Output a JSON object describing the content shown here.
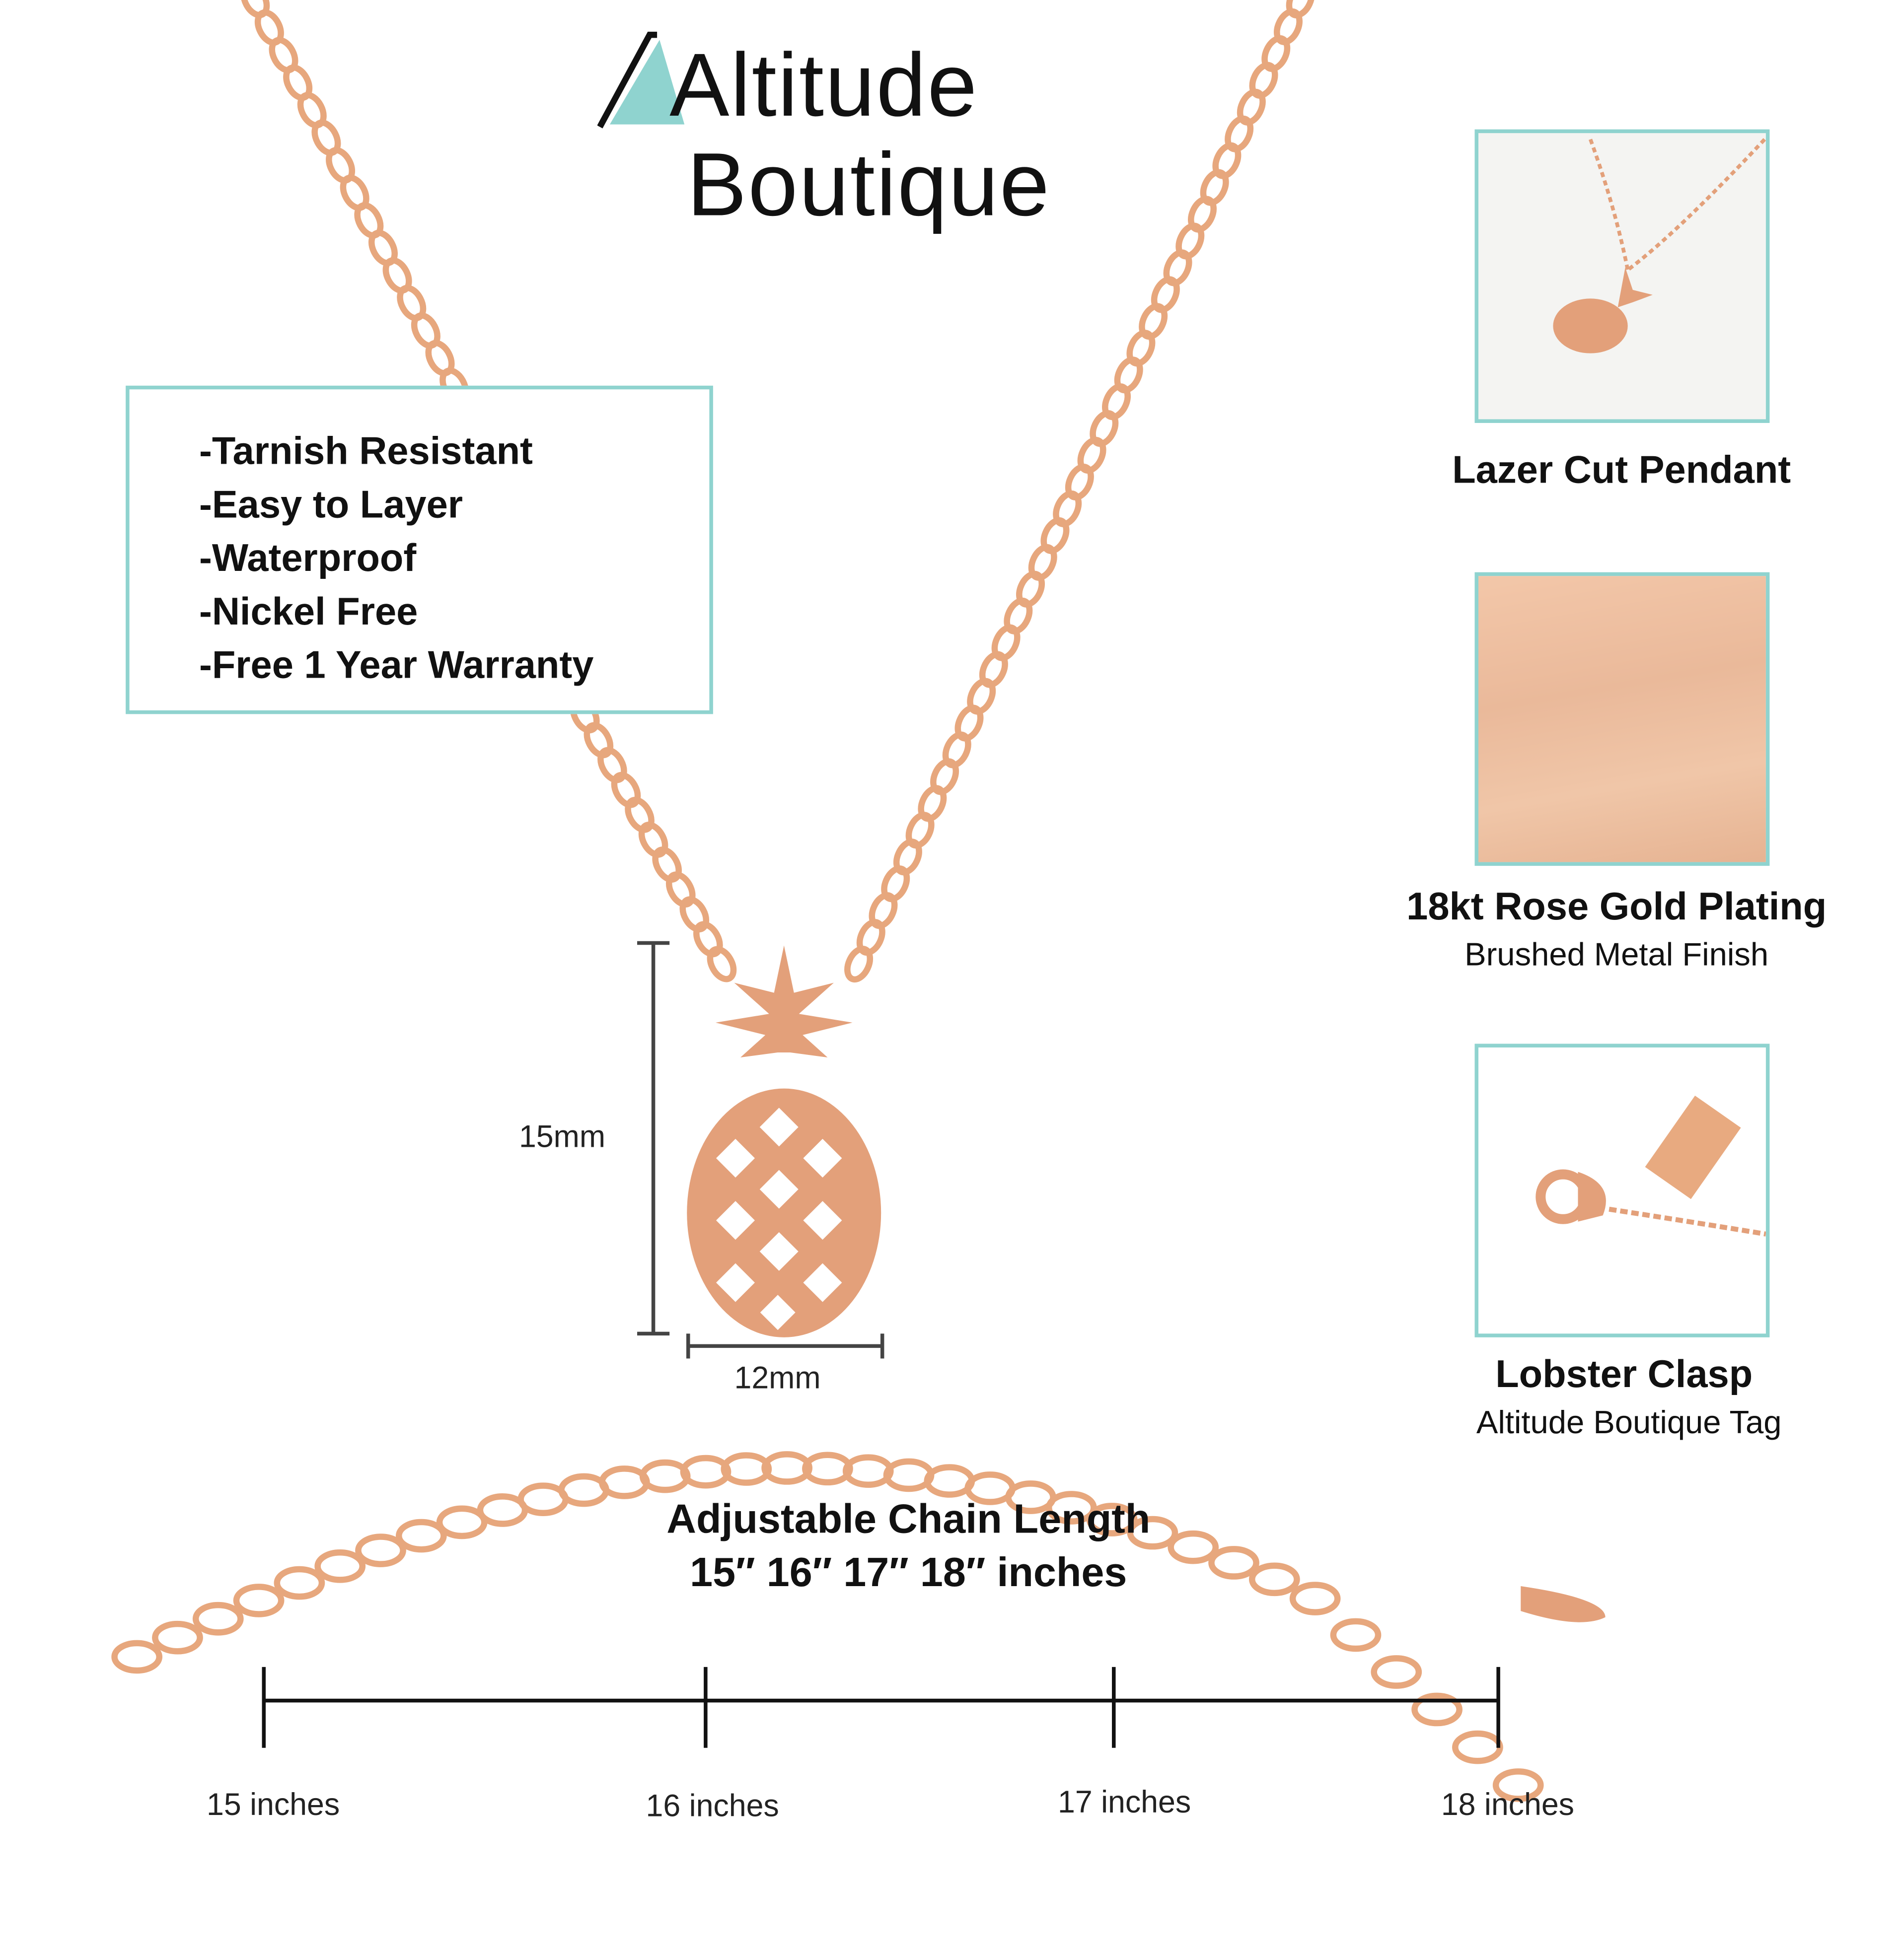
{
  "brand": {
    "line1": "Altitude",
    "line2": "Boutique"
  },
  "features": [
    "-Tarnish Resistant",
    "-Easy to Layer",
    "-Waterproof",
    "-Nickel Free",
    "-Free 1 Year Warranty"
  ],
  "pendant": {
    "height": "15mm",
    "width": "12mm"
  },
  "panels": [
    {
      "title": "Lazer Cut Pendant",
      "subtitle": ""
    },
    {
      "title": "18kt Rose Gold Plating",
      "subtitle": "Brushed Metal Finish"
    },
    {
      "title": "Lobster Clasp",
      "subtitle": "Altitude Boutique Tag"
    }
  ],
  "chain": {
    "title": "Adjustable Chain Length",
    "sizes": "15″ 16″ 17″ 18″ inches"
  },
  "ruler": [
    "15 inches",
    "16 inches",
    "17 inches",
    "18 inches"
  ],
  "colors": {
    "accent": "#8fd3cf",
    "metal": "#e7a77d",
    "text": "#111111"
  }
}
